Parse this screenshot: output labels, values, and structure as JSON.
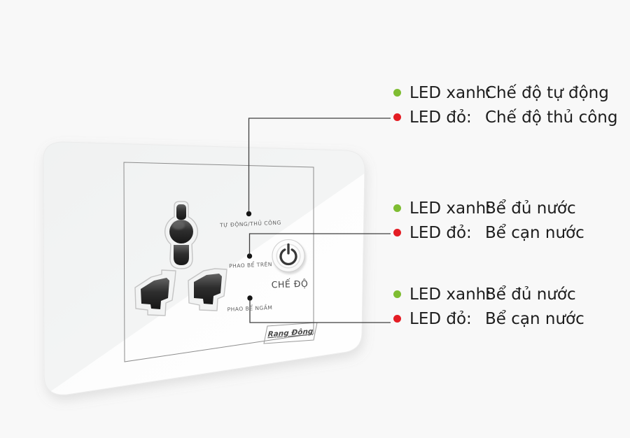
{
  "device": {
    "indicator_labels": {
      "mode": "TỰ ĐỘNG/THỦ CÔNG",
      "float_upper": "PHAO BỂ TRÊN",
      "float_underground": "PHAO BỂ NGẦM"
    },
    "button_label": "CHẾ ĐỘ",
    "brand": "Rạng Đông"
  },
  "annotations": [
    {
      "rows": [
        {
          "led": "green",
          "label": "LED xanh:",
          "value": "Chế độ tự động"
        },
        {
          "led": "red",
          "label": "LED đỏ:",
          "value": "Chế độ thủ công"
        }
      ]
    },
    {
      "rows": [
        {
          "led": "green",
          "label": "LED xanh:",
          "value": "Bể đủ nước"
        },
        {
          "led": "red",
          "label": "LED đỏ:",
          "value": "Bể cạn nước"
        }
      ]
    },
    {
      "rows": [
        {
          "led": "green",
          "label": "LED xanh:",
          "value": "Bể đủ nước"
        },
        {
          "led": "red",
          "label": "LED đỏ:",
          "value": "Bể cạn nước"
        }
      ]
    }
  ],
  "colors": {
    "led_green": "#7fbd32",
    "led_red": "#e41d24",
    "text": "#1d1d1d",
    "callout_line": "#3f3f3f"
  }
}
